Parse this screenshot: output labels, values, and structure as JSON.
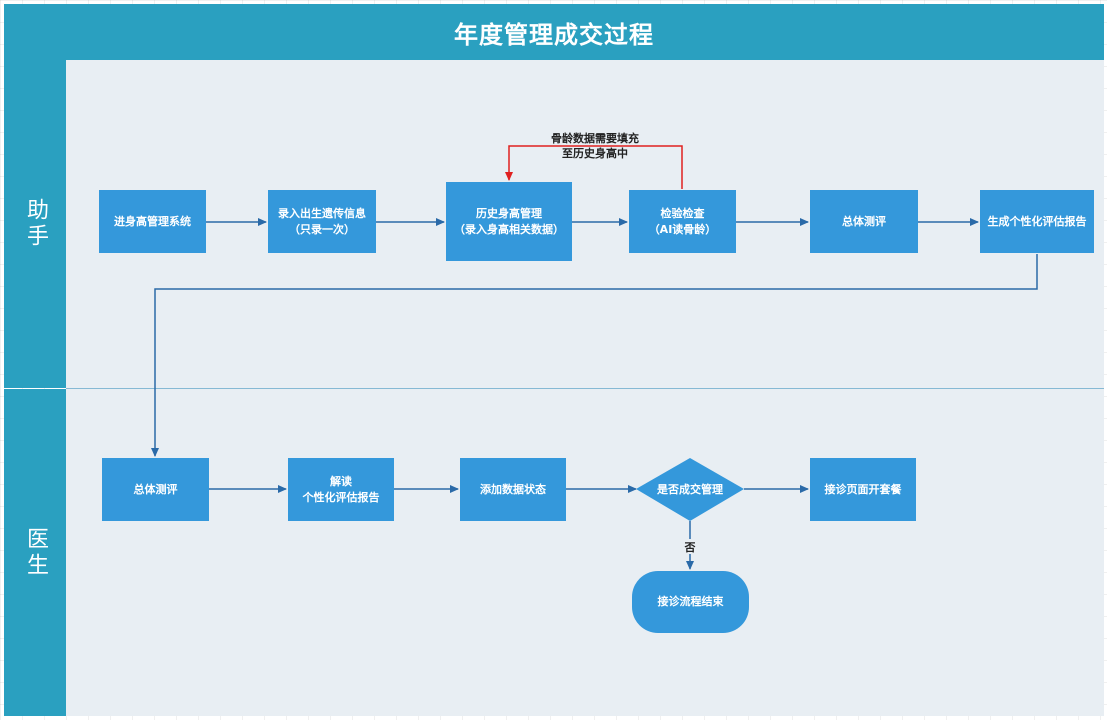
{
  "title": "年度管理成交过程",
  "lanes": {
    "assistant": "助手",
    "doctor": "医生"
  },
  "nodes": {
    "enter_system": "进身高管理系统",
    "record_birth": "录入出生遗传信息\n（只录一次）",
    "history_height": "历史身高管理\n（录入身高相关数据）",
    "lab_check": "检验检查\n（AI读骨龄）",
    "overall_eval_a": "总体测评",
    "generate_report": "生成个性化评估报告",
    "overall_eval_d": "总体测评",
    "interpret_report": "解读\n个性化评估报告",
    "add_status": "添加数据状态",
    "decision": "是否成交管理",
    "consult_package": "接诊页面开套餐",
    "end_flow": "接诊流程结束"
  },
  "annotations": {
    "bone_age_note": "骨龄数据需要填充\n至历史身高中",
    "no_label": "否"
  },
  "colors": {
    "title_bg": "#2aa0c0",
    "box": "#3498db",
    "flow_line": "#2a6aa8",
    "feedback_line": "#e02020",
    "lane_bg": "#e8eef3"
  }
}
